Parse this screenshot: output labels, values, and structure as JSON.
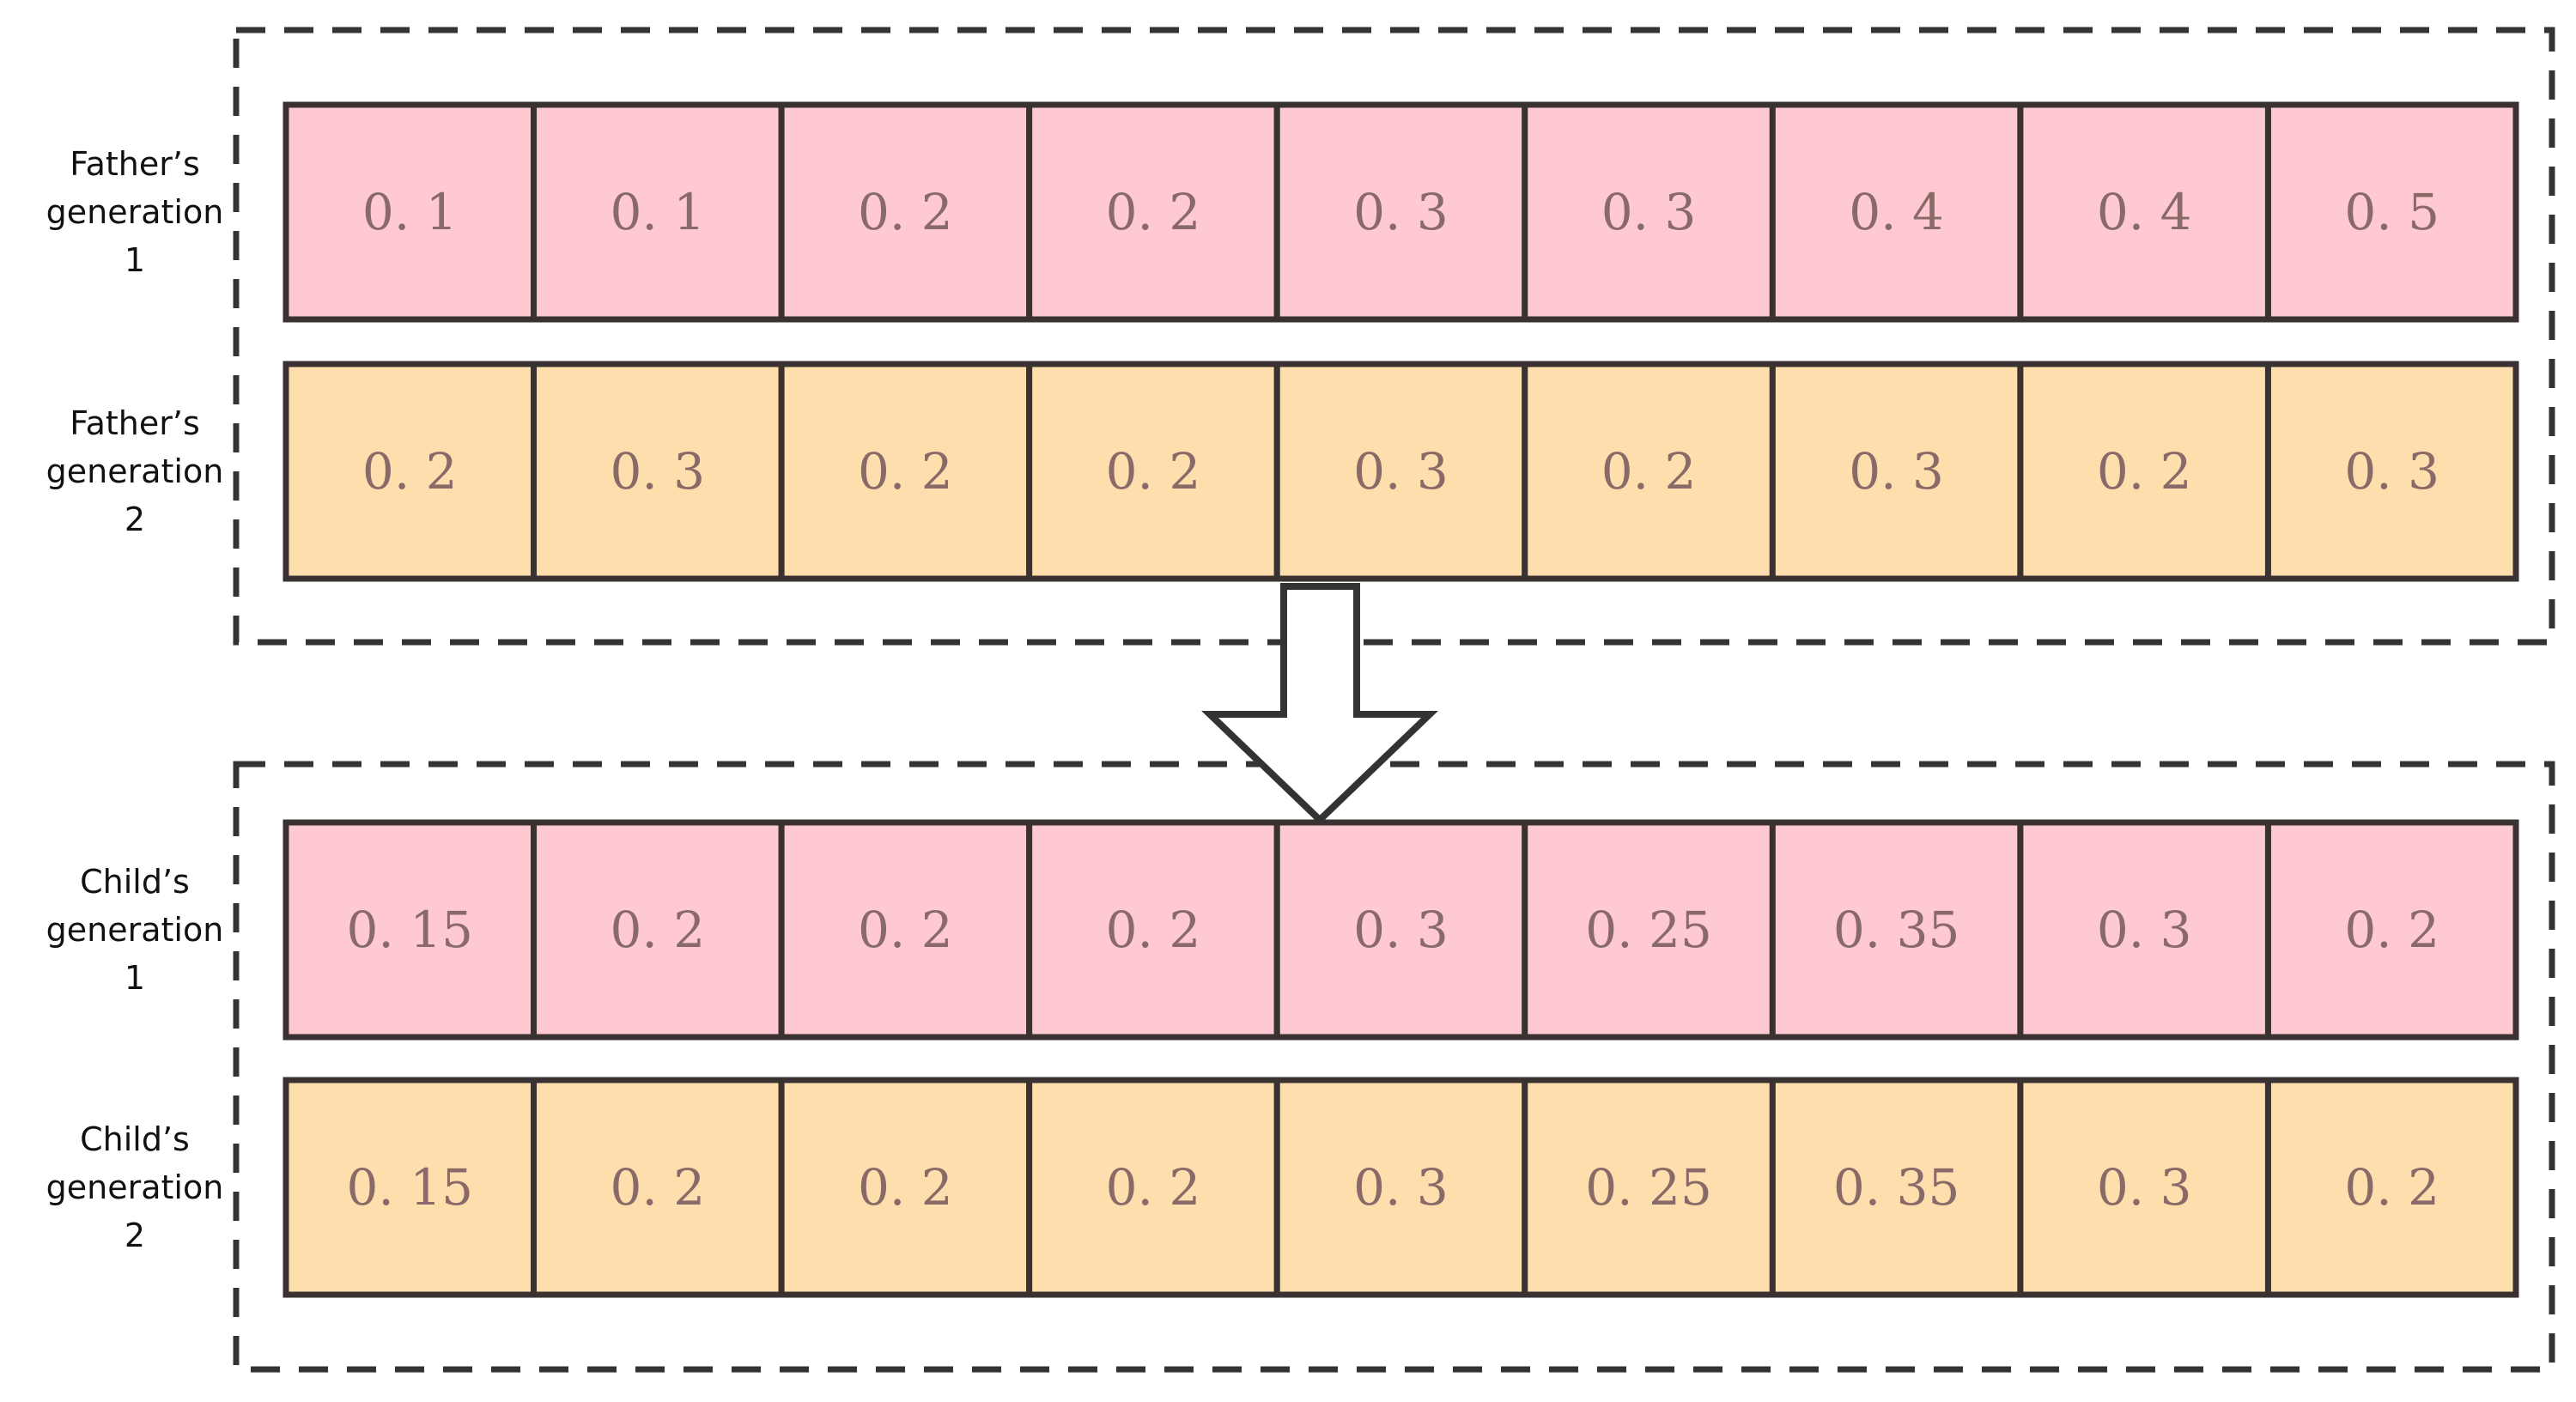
{
  "colors": {
    "pink_fill": "#ffc9d2",
    "orange_fill": "#ffdeae",
    "cell_border": "#3a3230",
    "dashed_border": "#333333",
    "arrow_fill": "#ffffff",
    "arrow_stroke": "#333333"
  },
  "groups": [
    {
      "rows": [
        {
          "label_lines": [
            "Father’s",
            "generation",
            "1"
          ],
          "fill": "pink",
          "values": [
            "0. 1",
            "0. 1",
            "0. 2",
            "0. 2",
            "0. 3",
            "0. 3",
            "0. 4",
            "0. 4",
            "0. 5"
          ]
        },
        {
          "label_lines": [
            "Father’s",
            "generation",
            "2"
          ],
          "fill": "orange",
          "values": [
            "0. 2",
            "0. 3",
            "0. 2",
            "0. 2",
            "0. 3",
            "0. 2",
            "0. 3",
            "0. 2",
            "0. 3"
          ]
        }
      ]
    },
    {
      "rows": [
        {
          "label_lines": [
            "Child’s",
            "generation",
            "1"
          ],
          "fill": "pink",
          "values": [
            "0. 15",
            "0. 2",
            "0. 2",
            "0. 2",
            "0. 3",
            "0. 25",
            "0. 35",
            "0. 3",
            "0. 2"
          ]
        },
        {
          "label_lines": [
            "Child’s",
            "generation",
            "2"
          ],
          "fill": "orange",
          "values": [
            "0. 15",
            "0. 2",
            "0. 2",
            "0. 2",
            "0. 3",
            "0. 25",
            "0. 35",
            "0. 3",
            "0. 2"
          ]
        }
      ]
    }
  ]
}
